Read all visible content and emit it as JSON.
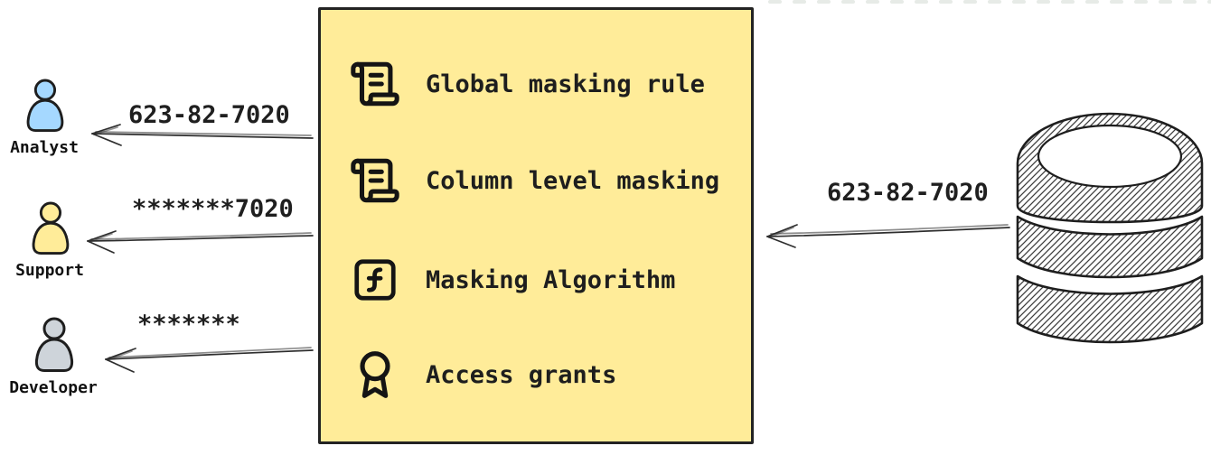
{
  "diagram": {
    "masking_box": {
      "fill": "#ffec99",
      "border_color": "#232323",
      "items": [
        {
          "icon": "scroll-icon",
          "label": "Global masking rule"
        },
        {
          "icon": "scroll-icon",
          "label": "Column level masking"
        },
        {
          "icon": "function-square-icon",
          "label": "Masking Algorithm"
        },
        {
          "icon": "award-icon",
          "label": "Access grants"
        }
      ]
    },
    "personas": [
      {
        "name": "Analyst",
        "color": "#a5d8ff",
        "received_value": "623-82-7020"
      },
      {
        "name": "Support",
        "color": "#ffec99",
        "received_value": "*******7020"
      },
      {
        "name": "Developer",
        "color": "#ced4da",
        "received_value": "*******"
      }
    ],
    "database": {
      "outgoing_value": "623-82-7020"
    }
  }
}
